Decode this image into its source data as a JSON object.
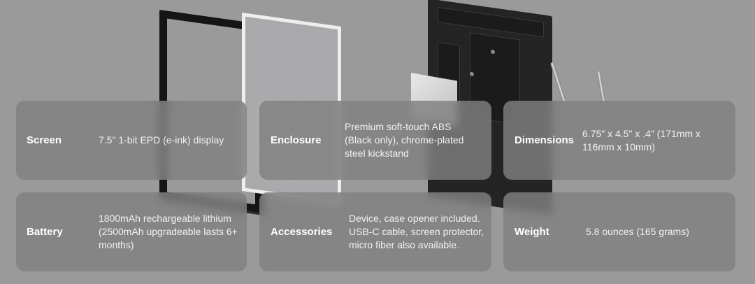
{
  "specs": [
    {
      "label": "Screen",
      "value": "7.5\" 1-bit EPD (e-ink) display"
    },
    {
      "label": "Enclosure",
      "value": "Premium soft-touch ABS (Black only), chrome-plated steel kickstand"
    },
    {
      "label": "Dimensions",
      "value": "6.75\" x 4.5\" x .4\" (171mm x 116mm x 10mm)"
    },
    {
      "label": "Battery",
      "value": "1800mAh rechargeable lithium (2500mAh upgradeable lasts 6+ months)"
    },
    {
      "label": "Accessories",
      "value": "Device, case opener included. USB-C cable, screen protector, micro fiber also available."
    },
    {
      "label": "Weight",
      "value": "5.8 ounces (165 grams)"
    }
  ],
  "colors": {
    "background": "#9b9a9b",
    "card": "#808080",
    "text": "#ffffff"
  }
}
